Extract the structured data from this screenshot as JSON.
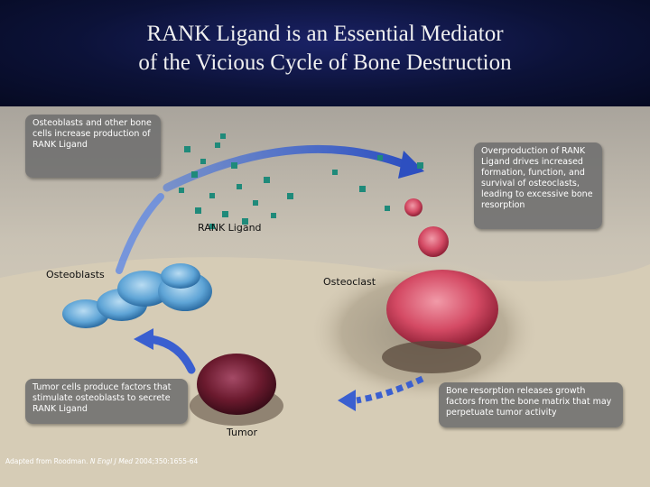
{
  "title": {
    "line1": "RANK Ligand is an Essential Mediator",
    "line2": "of the Vicious Cycle of Bone Destruction"
  },
  "labels": {
    "rank_ligand": "RANK Ligand",
    "osteoblasts": "Osteoblasts",
    "osteoclast": "Osteoclast",
    "tumor": "Tumor"
  },
  "callouts": {
    "top_left": "Osteoblasts and other bone cells increase production of RANK Ligand",
    "top_right": "Overproduction of RANK Ligand drives increased formation, function, and survival of osteoclasts, leading to excessive bone resorption",
    "bottom_left": "Tumor cells produce factors that stimulate osteoblasts to secrete RANK Ligand",
    "bottom_right": "Bone resorption releases growth factors from the bone matrix that may perpetuate tumor activity"
  },
  "citation": {
    "prefix": "Adapted from Roodman. ",
    "journal": "N Engl J Med",
    "suffix": " 2004;350:1655-64"
  },
  "colors": {
    "header_bg": "#0c1238",
    "arrow_blue": "#3a5fd0",
    "ligand_teal": "#1f8a7a",
    "osteoclast_pink": "#d8506a",
    "tumor_maroon": "#6b1a2e",
    "bone_sand": "#cbbfa8"
  }
}
